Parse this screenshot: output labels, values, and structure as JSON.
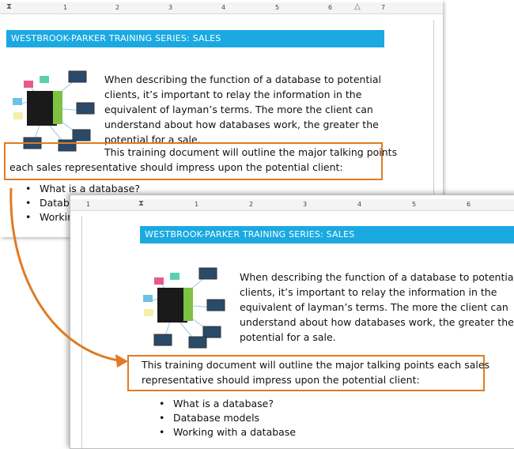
{
  "back_doc": {
    "ruler_numbers": [
      "1",
      "2",
      "3",
      "4",
      "5",
      "6",
      "7"
    ],
    "header": "WESTBROOK-PARKER TRAINING SERIES: SALES",
    "intro_lines": [
      "When describing the function of a database to potential",
      "clients, it’s important to relay the information in the",
      "equivalent of layman’s terms. The more the client can",
      "understand about how databases work, the greater the",
      "potential for a sale."
    ],
    "highlight_lines": [
      "This training document will outline the major talking points",
      "each sales representative should impress upon the potential client:"
    ],
    "list": [
      "What is a database?",
      "Datab",
      "Workin"
    ]
  },
  "front_doc": {
    "ruler_numbers": [
      "1",
      "1",
      "2",
      "3",
      "4",
      "5",
      "6"
    ],
    "header": "WESTBROOK-PARKER TRAINING SERIES: SALES",
    "intro_lines": [
      "When describing the function of a database to potential",
      "clients, it’s important to relay the information in the",
      "equivalent of layman’s terms. The more the client can",
      "understand about how databases work, the greater the",
      "potential for a sale."
    ],
    "highlight_lines": [
      "This training document will outline the major talking points each sales",
      "representative should impress upon the potential client:"
    ],
    "list": [
      "What is a database?",
      "Database models",
      "Working with a database"
    ]
  },
  "colors": {
    "header": "#1aa9e1",
    "highlight": "#e07b24",
    "server": "#1a1a1a",
    "server_side": "#7dc242"
  },
  "icons": [
    "server-network-image",
    "curved-arrow"
  ]
}
